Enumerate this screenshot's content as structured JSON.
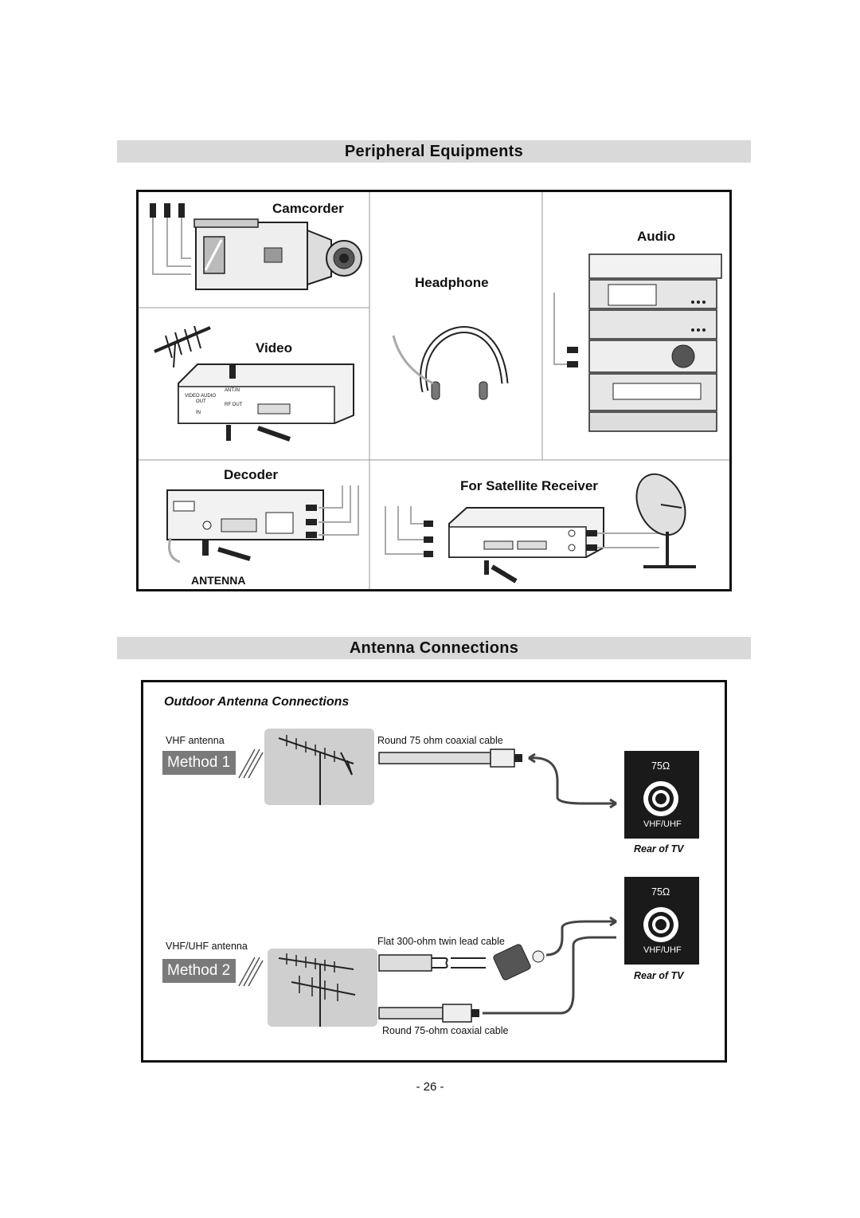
{
  "peripheral": {
    "title": "Peripheral  Equipments",
    "labels": {
      "camcorder": "Camcorder",
      "audio": "Audio",
      "headphone": "Headphone",
      "video": "Video",
      "decoder": "Decoder",
      "satellite": "For Satellite Receiver",
      "antenna": "ANTENNA"
    },
    "device_text": {
      "video_port": "VIDEO",
      "audio_port": "AUDIO",
      "ant_in": "ANT.IN",
      "rf_out": "RF OUT",
      "out": "OUT",
      "in": "IN"
    }
  },
  "antenna": {
    "title": "Antenna  Connections",
    "subtitle": "Outdoor Antenna Connections",
    "method1": {
      "badge": "Method 1",
      "antenna_label": "VHF antenna",
      "cable_label": "Round 75 ohm coaxial cable",
      "socket_ohm": "75Ω",
      "socket_band": "VHF/UHF",
      "rear_label": "Rear of TV"
    },
    "method2": {
      "badge": "Method 2",
      "antenna_label": "VHF/UHF antenna",
      "cable_label_top": "Flat 300-ohm twin lead cable",
      "cable_label_bottom": "Round 75-ohm coaxial cable",
      "socket_ohm": "75Ω",
      "socket_band": "VHF/UHF",
      "rear_label": "Rear of TV"
    }
  },
  "page_number": "- 26 -"
}
